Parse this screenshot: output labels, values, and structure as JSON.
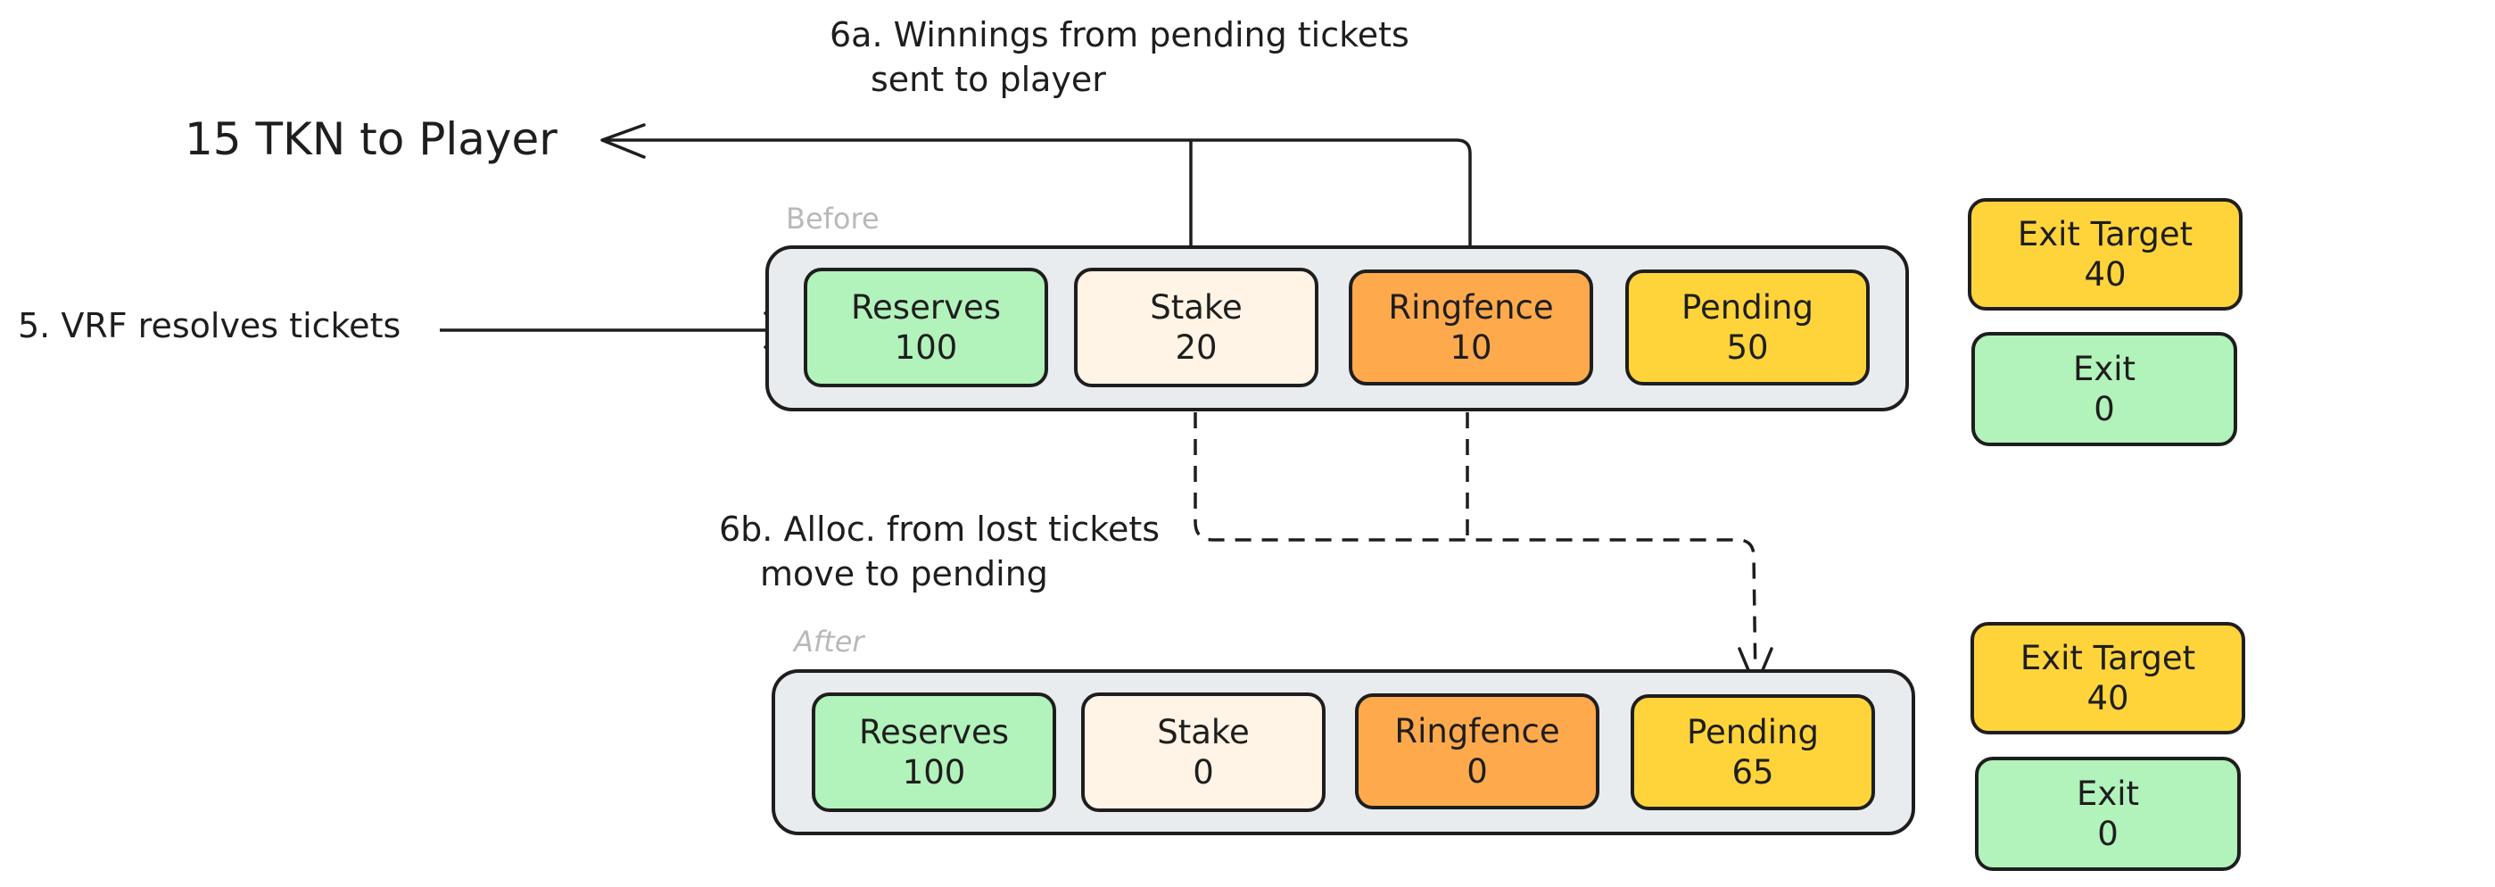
{
  "labels": {
    "winnings_line1": "6a. Winnings from pending tickets",
    "winnings_line2": "sent to player",
    "payout": "15 TKN to Player",
    "vrf": "5. VRF resolves tickets",
    "alloc_line1": "6b. Alloc. from lost tickets",
    "alloc_line2": "move to pending"
  },
  "before": {
    "title": "Before",
    "reserves": {
      "name": "Reserves",
      "value": "100"
    },
    "stake": {
      "name": "Stake",
      "value": "20"
    },
    "ringfence": {
      "name": "Ringfence",
      "value": "10"
    },
    "pending": {
      "name": "Pending",
      "value": "50"
    },
    "exit_target": {
      "name": "Exit Target",
      "value": "40"
    },
    "exit": {
      "name": "Exit",
      "value": "0"
    }
  },
  "after": {
    "title": "After",
    "reserves": {
      "name": "Reserves",
      "value": "100"
    },
    "stake": {
      "name": "Stake",
      "value": "0"
    },
    "ringfence": {
      "name": "Ringfence",
      "value": "0"
    },
    "pending": {
      "name": "Pending",
      "value": "65"
    },
    "exit_target": {
      "name": "Exit Target",
      "value": "40"
    },
    "exit": {
      "name": "Exit",
      "value": "0"
    }
  },
  "colors": {
    "reserves": "#b2f2bb",
    "stake": "#fff4e5",
    "ringfence": "#ffa94d",
    "pending": "#ffd43b",
    "container": "#e9ecef",
    "stroke": "#1e1e1e"
  }
}
